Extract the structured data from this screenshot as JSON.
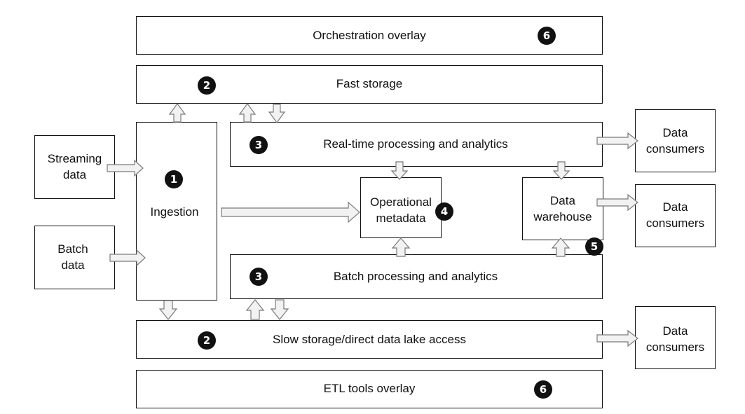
{
  "orchestration_overlay": "Orchestration overlay",
  "fast_storage": "Fast storage",
  "streaming_data": [
    "Streaming",
    "data"
  ],
  "batch_data": [
    "Batch",
    "data"
  ],
  "ingestion": "Ingestion",
  "realtime_processing": "Real-time processing and analytics",
  "operational_metadata": [
    "Operational",
    "metadata"
  ],
  "data_warehouse": [
    "Data",
    "warehouse"
  ],
  "batch_processing": "Batch processing and analytics",
  "slow_storage": "Slow storage/direct data lake access",
  "etl_overlay": "ETL tools overlay",
  "data_consumers": [
    "Data",
    "consumers"
  ],
  "badges": {
    "ingestion": "1",
    "storage": "2",
    "processing": "3",
    "metadata": "4",
    "warehouse": "5",
    "overlay": "6"
  }
}
